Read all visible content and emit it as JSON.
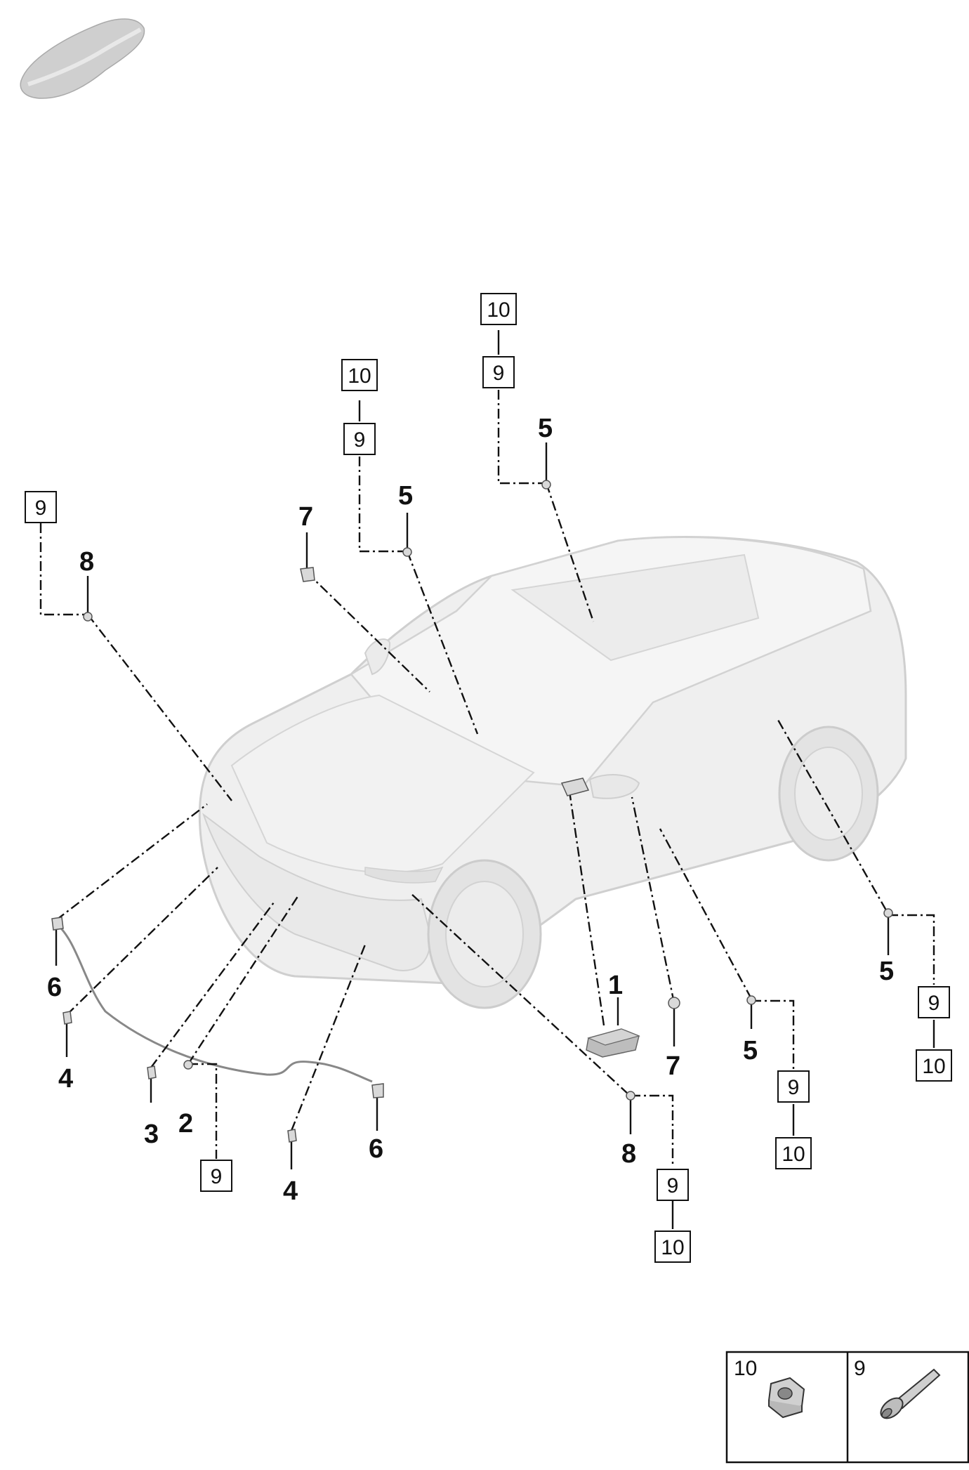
{
  "callouts": {
    "c1": "1",
    "c2": "2",
    "c3": "3",
    "c4a": "4",
    "c4b": "4",
    "c5a": "5",
    "c5b": "5",
    "c5c": "5",
    "c5d": "5",
    "c6a": "6",
    "c6b": "6",
    "c7a": "7",
    "c7b": "7",
    "c8a": "8",
    "c8b": "8"
  },
  "boxes": {
    "b9_far_left": "9",
    "b10_mid": "10",
    "b9_mid": "9",
    "b10_top": "10",
    "b9_top": "9",
    "b9_front": "9",
    "b9_bot": "9",
    "b10_bot": "10",
    "b9_door": "9",
    "b10_door": "10",
    "b9_rear": "9",
    "b10_rear": "10"
  },
  "legend": {
    "nut_number": "10",
    "bolt_number": "9",
    "nut_icon": "hex-nut-icon",
    "bolt_icon": "bolt-icon"
  },
  "thumbnail_icon": "car-silhouette-icon"
}
